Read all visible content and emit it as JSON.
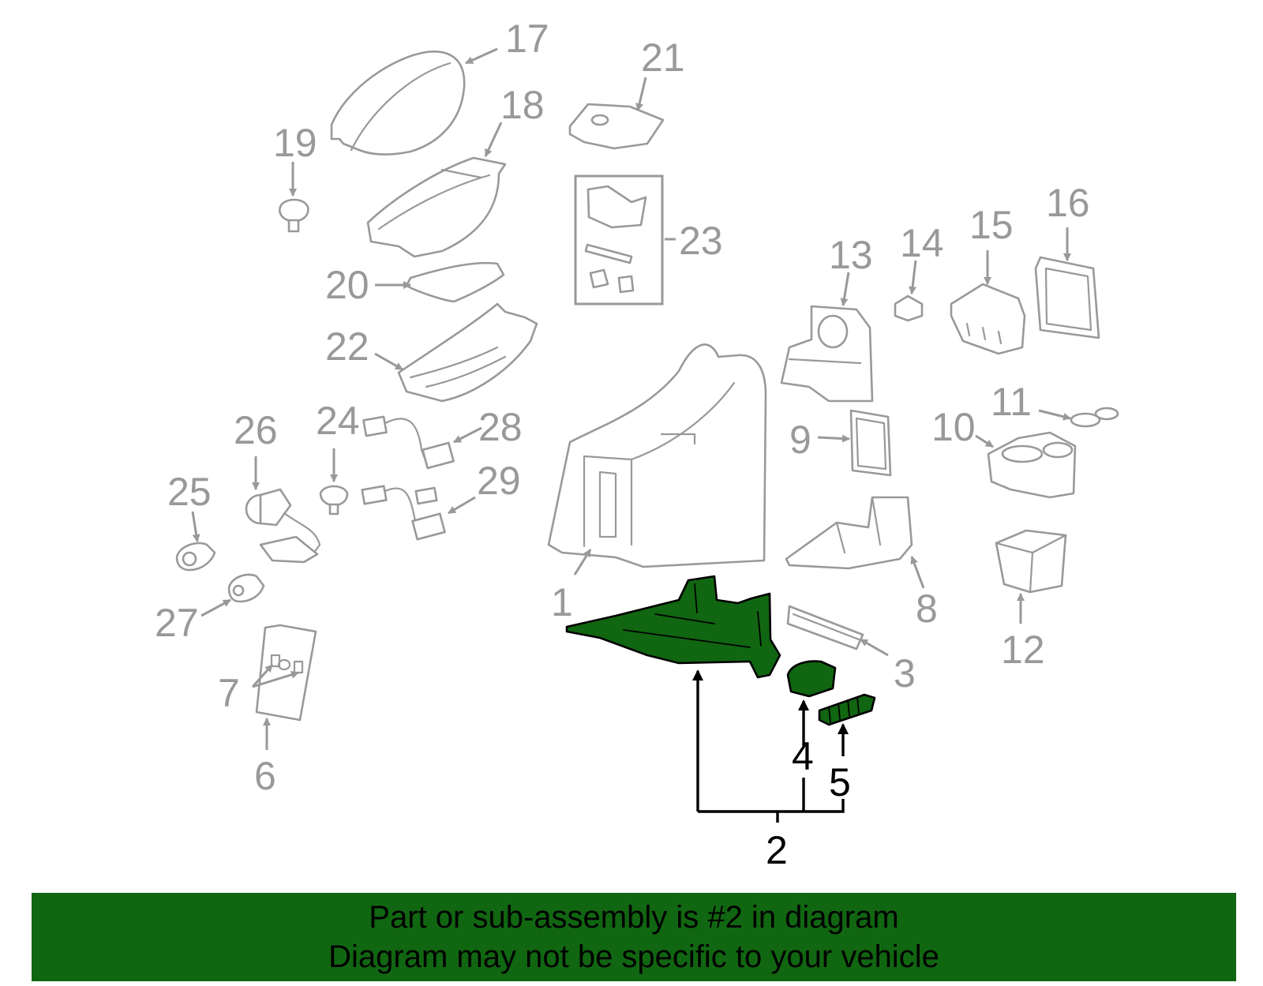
{
  "diagram": {
    "callouts": [
      "1",
      "2",
      "3",
      "4",
      "5",
      "6",
      "7",
      "8",
      "9",
      "10",
      "11",
      "12",
      "13",
      "14",
      "15",
      "16",
      "17",
      "18",
      "19",
      "20",
      "21",
      "22",
      "23",
      "24",
      "25",
      "26",
      "27",
      "28",
      "29"
    ],
    "highlighted_part": "2",
    "highlight_color": "#116611",
    "line_color": "#999999"
  },
  "banner": {
    "line1": "Part or sub-assembly is #2 in diagram",
    "line2": "Diagram may not be specific to your vehicle",
    "background": "#116611"
  }
}
